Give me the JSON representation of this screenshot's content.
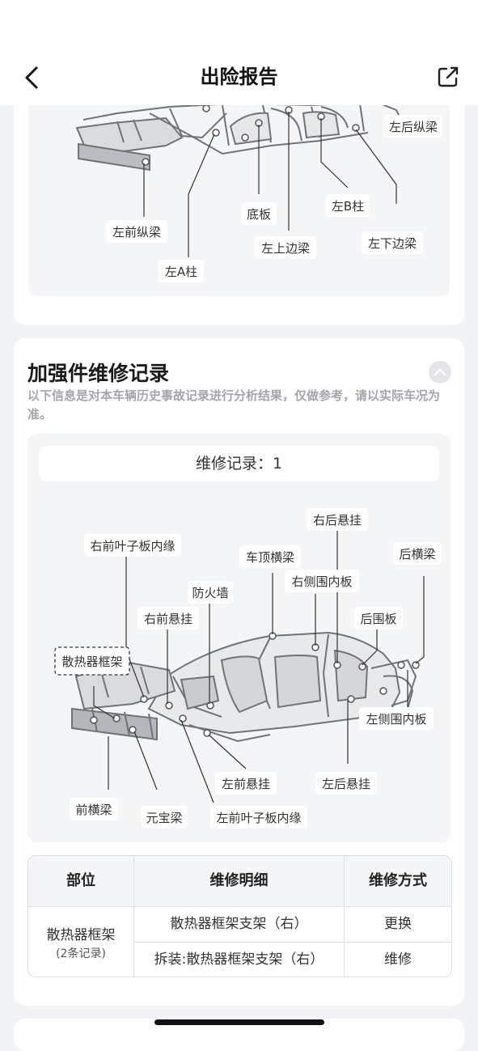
{
  "header": {
    "title": "出险报告"
  },
  "top_diagram": {
    "labels": {
      "left_rear_rail": "左后纵梁",
      "floor": "底板",
      "left_b_pillar": "左B柱",
      "left_front_rail": "左前纵梁",
      "left_upper_rail": "左上边梁",
      "left_lower_rail": "左下边梁",
      "left_a_pillar": "左A柱"
    }
  },
  "section": {
    "title": "加强件维修记录",
    "description": "以下信息是对本车辆历史事故记录进行分析结果，仅做参考，请以实际车况为准。",
    "count_text": "维修记录：1",
    "diagram_labels": {
      "right_rear_suspension": "右后悬挂",
      "right_front_fender_inner": "右前叶子板内缘",
      "roof_crossbeam": "车顶横梁",
      "rear_crossbeam": "后横梁",
      "firewall": "防火墙",
      "right_side_inner_panel": "右侧围内板",
      "rear_panel": "后围板",
      "right_front_suspension": "右前悬挂",
      "radiator_frame": "散热器框架",
      "left_side_inner_panel": "左侧围内板",
      "left_front_suspension": "左前悬挂",
      "left_rear_suspension": "左后悬挂",
      "front_crossbeam": "前横梁",
      "yuanbao_beam": "元宝梁",
      "left_front_fender_inner": "左前叶子板内缘"
    }
  },
  "table": {
    "headers": [
      "部位",
      "维修明细",
      "维修方式"
    ],
    "groups": [
      {
        "part": "散热器框架",
        "count": "(2条记录)",
        "rows": [
          {
            "detail": "散热器框架支架（右）",
            "method": "更换"
          },
          {
            "detail": "拆装:散热器框架支架（右）",
            "method": "维修"
          }
        ]
      }
    ]
  },
  "colors": {
    "accent": "#1a1a1a",
    "muted": "#a3a6ad",
    "panel": "#f4f5f7"
  }
}
